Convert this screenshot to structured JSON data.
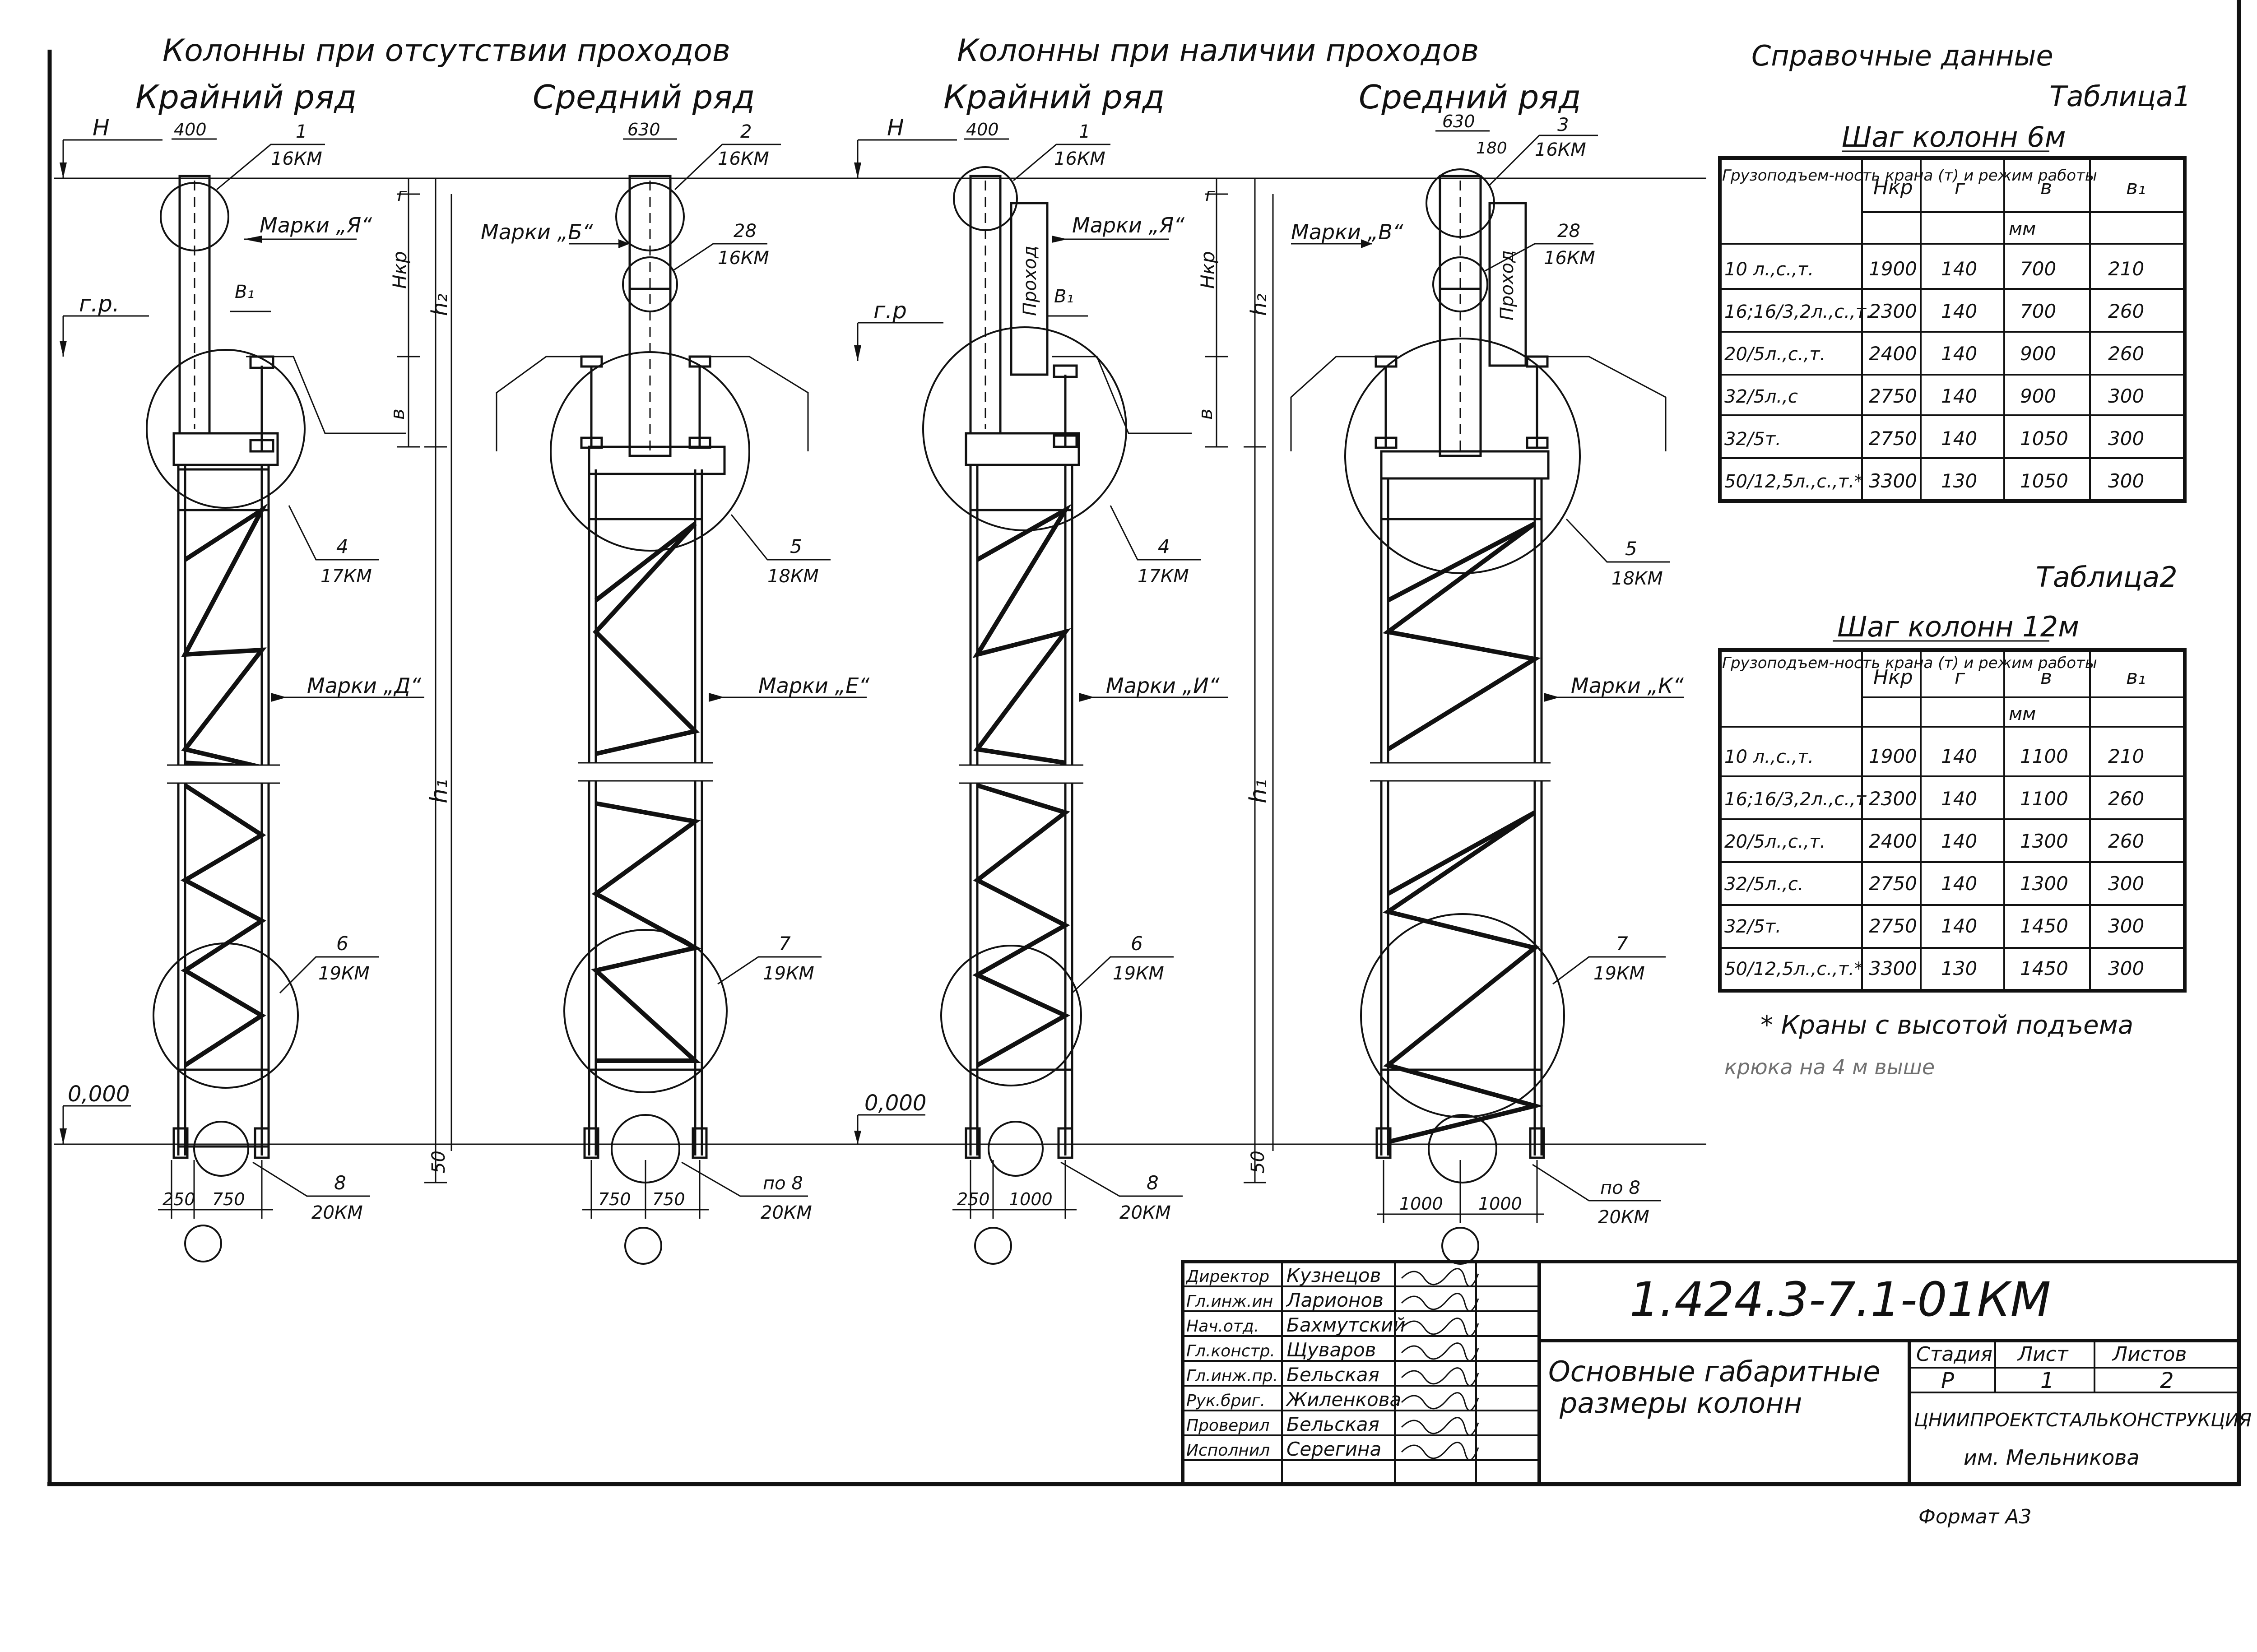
{
  "headings": {
    "no_passage": "Колонны при отсутствии проходов",
    "with_passage": "Колонны при наличии проходов",
    "outer_row_1": "Крайний ряд",
    "middle_row_1": "Средний ряд",
    "outer_row_2": "Крайний ряд",
    "middle_row_2": "Средний ряд"
  },
  "levels": {
    "h": "Н",
    "gr": "г.р.",
    "gr2": "г.р",
    "zero1": "0,000",
    "zero2": "0,000"
  },
  "dims": {
    "c1_top": "400",
    "c2_top": "630",
    "c3_top": "400",
    "c4_top": "630",
    "c4_sub": "180",
    "c1_b1": "250",
    "c1_b2": "750",
    "c2_b1": "750",
    "c2_b2": "750",
    "c3_b1": "250",
    "c3_b2": "1000",
    "c4_b1": "1000",
    "c4_b2": "1000",
    "b1": "В₁",
    "g": "г",
    "hkr": "Нкр",
    "b": "в",
    "h2": "h₂",
    "h1": "h₁",
    "d50": "50"
  },
  "marks": {
    "ya": "Марки „Я“",
    "b": "Марки „Б“",
    "ya2": "Марки „Я“",
    "v": "Марки „В“",
    "d": "Марки „Д“",
    "e": "Марки „Е“",
    "i": "Марки „И“",
    "k": "Марки „К“",
    "passage": "Проход"
  },
  "callouts": {
    "c1_top_n": "1",
    "c1_top_s": "16КМ",
    "c2_top_n": "2",
    "c2_top_s": "16КМ",
    "c2_mid_n": "28",
    "c2_mid_s": "16КМ",
    "c3_top_n": "1",
    "c3_top_s": "16КМ",
    "c4_top_n": "3",
    "c4_top_s": "16КМ",
    "c4_mid_n": "28",
    "c4_mid_s": "16КМ",
    "c1_join_n": "4",
    "c1_join_s": "17КМ",
    "c2_join_n": "5",
    "c2_join_s": "18КМ",
    "c3_join_n": "4",
    "c3_join_s": "17КМ",
    "c4_join_n": "5",
    "c4_join_s": "18КМ",
    "c1_low_n": "6",
    "c1_low_s": "19КМ",
    "c2_low_n": "7",
    "c2_low_s": "19КМ",
    "c3_low_n": "6",
    "c3_low_s": "19КМ",
    "c4_low_n": "7",
    "c4_low_s": "19КМ",
    "c1_base_n": "8",
    "c1_base_s": "20КМ",
    "c2_base_n": "по 8",
    "c2_base_s": "20КМ",
    "c3_base_n": "8",
    "c3_base_s": "20КМ",
    "c4_base_n": "по 8",
    "c4_base_s": "20КМ"
  },
  "reference": {
    "title": "Справочные данные",
    "table1_label": "Таблица1",
    "table1_title": "Шаг колонн 6м",
    "table2_label": "Таблица2",
    "table2_title": "Шаг колонн 12м",
    "hdr_crane": "Грузоподъем-ность крана (т) и режим работы",
    "hdr_hkr": "Нкр",
    "hdr_g": "г",
    "hdr_v": "в",
    "hdr_v1": "в₁",
    "hdr_mm": "мм",
    "table1_rows": [
      [
        "10 л.,с.,т.",
        "1900",
        "140",
        "700",
        "210"
      ],
      [
        "16;16/3,2л.,с.,т.",
        "2300",
        "140",
        "700",
        "260"
      ],
      [
        "20/5л.,с.,т.",
        "2400",
        "140",
        "900",
        "260"
      ],
      [
        "32/5л.,с",
        "2750",
        "140",
        "900",
        "300"
      ],
      [
        "32/5т.",
        "2750",
        "140",
        "1050",
        "300"
      ],
      [
        "50/12,5л.,с.,т.*",
        "3300",
        "130",
        "1050",
        "300"
      ]
    ],
    "table2_rows": [
      [
        "10 л.,с.,т.",
        "1900",
        "140",
        "1100",
        "210"
      ],
      [
        "16;16/3,2л.,с.,т",
        "2300",
        "140",
        "1100",
        "260"
      ],
      [
        "20/5л.,с.,т.",
        "2400",
        "140",
        "1300",
        "260"
      ],
      [
        "32/5л.,с.",
        "2750",
        "140",
        "1300",
        "300"
      ],
      [
        "32/5т.",
        "2750",
        "140",
        "1450",
        "300"
      ],
      [
        "50/12,5л.,с.,т.*",
        "3300",
        "130",
        "1450",
        "300"
      ]
    ],
    "footnote_1": "* Краны с высотой подъема",
    "footnote_2": "крюка на 4 м выше"
  },
  "title_block": {
    "roles": [
      "Директор",
      "Гл.инж.ин",
      "Нач.отд.",
      "Гл.констр.",
      "Гл.инж.пр.",
      "Рук.бриг.",
      "Проверил",
      "Исполнил"
    ],
    "names": [
      "Кузнецов",
      "Ларионов",
      "Бахмутский",
      "Щуваров",
      "Бельская",
      "Жиленкова",
      "Бельская",
      "Серегина"
    ],
    "doc_code": "1.424.3-7.1-01КМ",
    "subject_1": "Основные габаритные",
    "subject_2": "размеры колонн",
    "stage_hdr": "Стадия",
    "sheet_hdr": "Лист",
    "sheets_hdr": "Листов",
    "stage": "Р",
    "sheet": "1",
    "sheets": "2",
    "org_1": "ЦНИИПРОЕКТСТАЛЬКОНСТРУКЦИЯ",
    "org_2": "им. Мельникова"
  },
  "format": "Формат А3"
}
